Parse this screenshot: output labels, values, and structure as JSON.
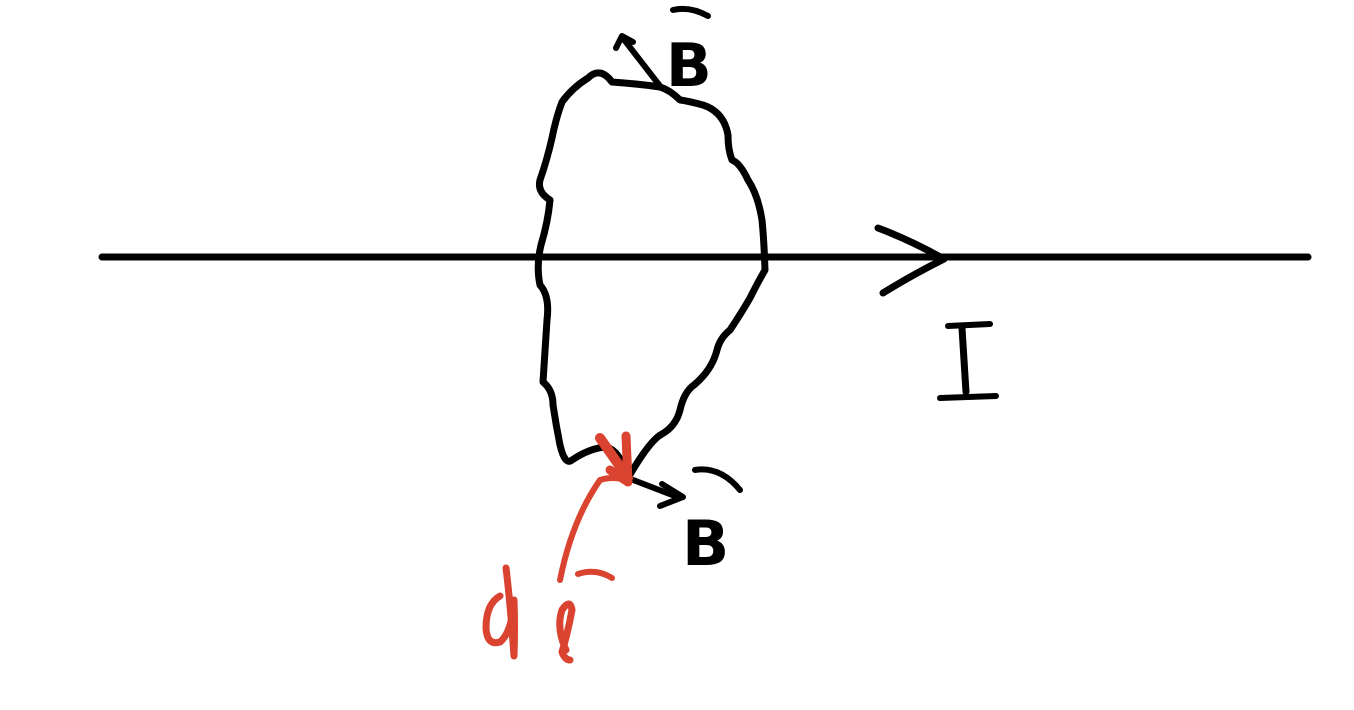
{
  "colors": {
    "ink": "#000000",
    "highlight": "#d9432f",
    "background": "#ffffff"
  },
  "labels": {
    "current": "I",
    "field_top": "B",
    "field_bottom": "B",
    "line_element": "d l"
  }
}
